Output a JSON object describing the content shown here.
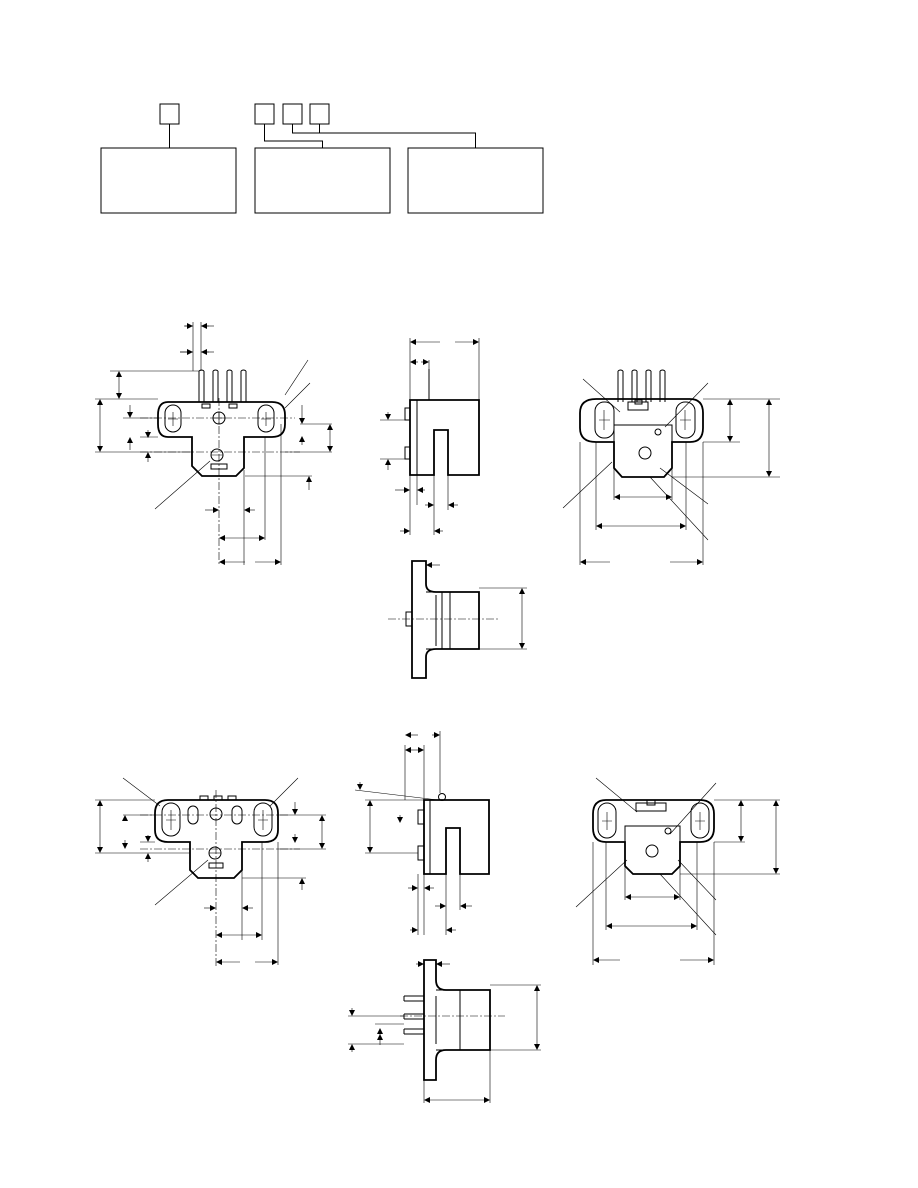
{
  "page": {
    "background": "#ffffff",
    "ink": "#000000"
  },
  "ordering_code": {
    "digit_boxes": 4,
    "groups": 3
  },
  "views": [
    {
      "group": "upper",
      "name": "front-view"
    },
    {
      "group": "upper",
      "name": "side-view"
    },
    {
      "group": "upper",
      "name": "rear-view"
    },
    {
      "group": "upper",
      "name": "top-view"
    },
    {
      "group": "lower",
      "name": "front-view"
    },
    {
      "group": "lower",
      "name": "side-view"
    },
    {
      "group": "lower",
      "name": "rear-view"
    },
    {
      "group": "lower",
      "name": "top-view"
    }
  ]
}
